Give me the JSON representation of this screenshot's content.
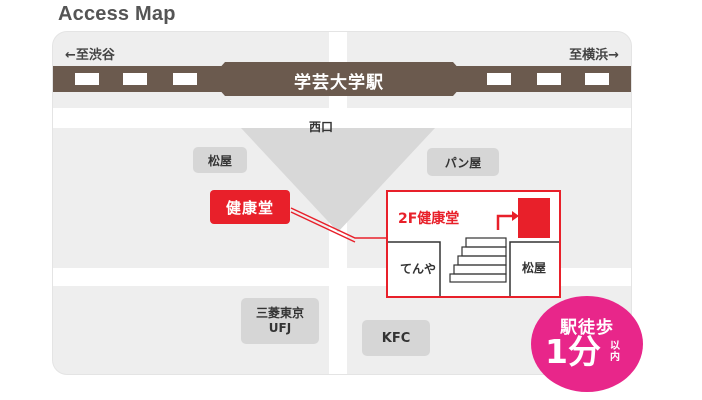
{
  "title": "Access Map",
  "map": {
    "direction_left": "←至渋谷",
    "direction_right": "至横浜→",
    "station": "学芸大学駅",
    "west_exit": "西口",
    "landmarks": {
      "matsuya_left": "松屋",
      "panya": "パン屋",
      "mufg_line1": "三菱東京",
      "mufg_line2": "UFJ",
      "kfc": "KFC"
    },
    "destination": "健康堂",
    "inset": {
      "floor_label": "2F健康堂",
      "tenya": "てんや",
      "matsuya": "松屋"
    },
    "badge": {
      "line1": "駅徒歩",
      "line2": "1分",
      "line3": "以内"
    },
    "colors": {
      "road": "#ffffff",
      "block": "#eeeeee",
      "rail": "#6b5a4e",
      "destination": "#e8202a",
      "badge": "#e8268a",
      "landmark": "#d6d6d6"
    }
  }
}
